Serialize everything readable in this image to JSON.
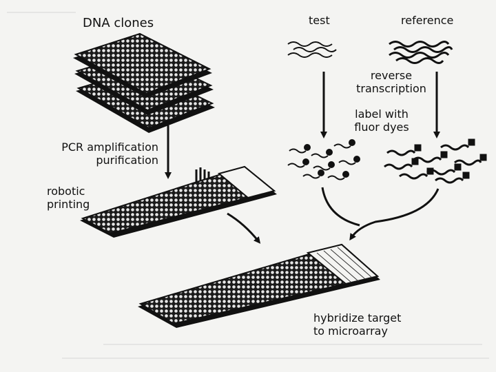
{
  "labels": {
    "dna_clones": "DNA clones",
    "test": "test",
    "reference": "reference",
    "reverse_transcription": [
      "reverse",
      "transcription"
    ],
    "label_fluor": [
      "label with",
      "fluor dyes"
    ],
    "pcr": [
      "PCR amplification",
      "purification"
    ],
    "robotic": [
      "robotic",
      "printing"
    ],
    "hybridize": [
      "hybridize target",
      "to microarray"
    ]
  },
  "colors": {
    "ink": "#111111",
    "paper": "#f4f4f2"
  }
}
